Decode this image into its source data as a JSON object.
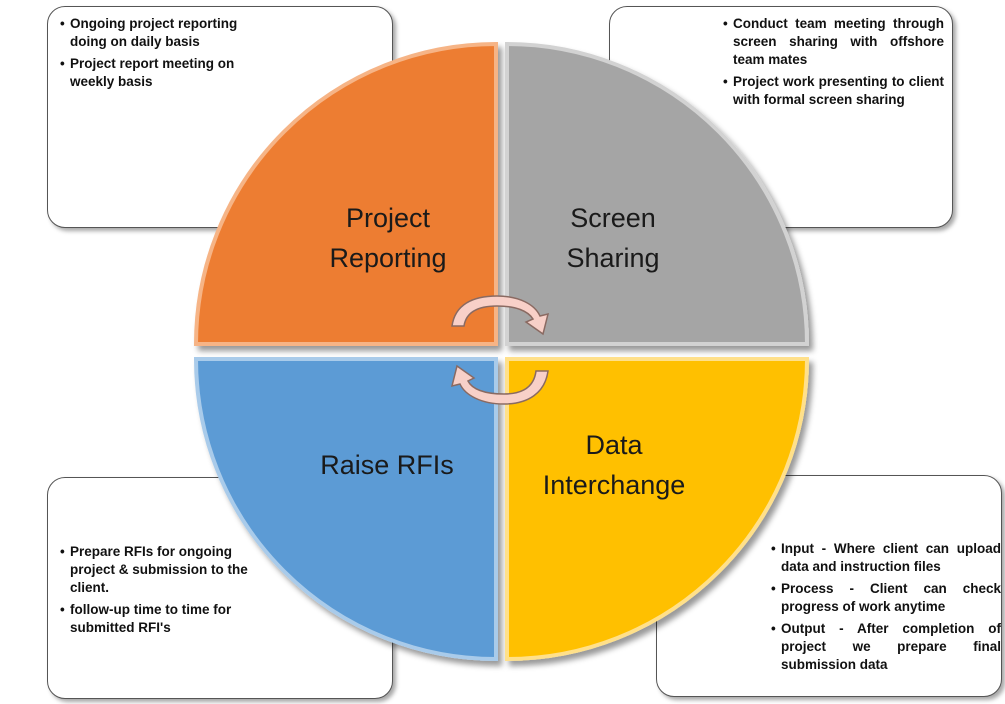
{
  "quadrants": {
    "project_reporting": {
      "line1": "Project",
      "line2": "Reporting",
      "color": "#ED7D31"
    },
    "screen_sharing": {
      "line1": "Screen",
      "line2": "Sharing",
      "color": "#A5A5A5"
    },
    "raise_rfis": {
      "line1": "Raise RFIs",
      "color": "#5B9BD5"
    },
    "data_interchange": {
      "line1": "Data",
      "line2": "Interchange",
      "color": "#FFC000"
    }
  },
  "notes": {
    "project_reporting": [
      "Ongoing project reporting doing on daily basis",
      "Project report meeting on weekly basis"
    ],
    "screen_sharing": [
      "Conduct team meeting through screen sharing with offshore team mates",
      "Project work presenting to client with formal screen sharing"
    ],
    "raise_rfis": [
      "Prepare RFIs for ongoing project & submission to the client.",
      "follow-up time to time for submitted RFI's"
    ],
    "data_interchange": [
      "Input - Where client can upload data and instruction files",
      "Process - Client can check progress of work anytime",
      "Output - After completion of project we prepare final submission data"
    ]
  },
  "center_arrows": {
    "color": "#F8D0C8",
    "icon": "circular-arrows-icon"
  }
}
